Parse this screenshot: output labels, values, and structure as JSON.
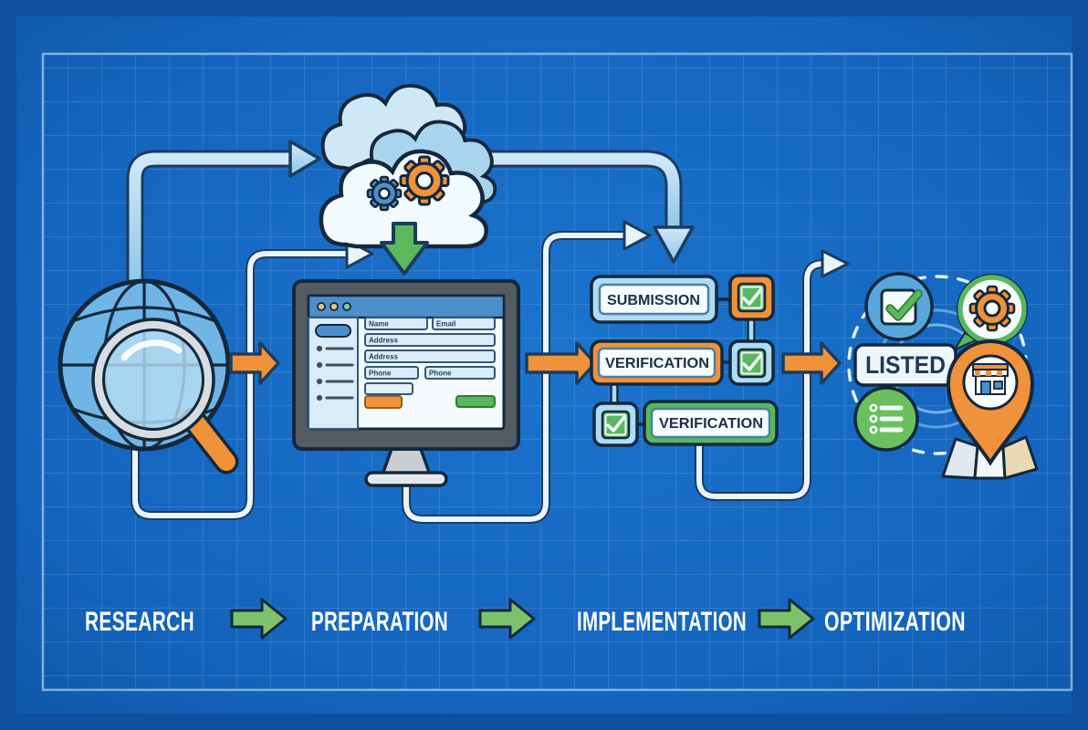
{
  "stages": {
    "items": [
      {
        "label": "RESEARCH"
      },
      {
        "label": "PREPARATION"
      },
      {
        "label": "IMPLEMENTATION"
      },
      {
        "label": "OPTIMIZATION"
      }
    ]
  },
  "flow": {
    "submission_label": "SUBMISSION",
    "verification1_label": "VERIFICATION",
    "verification2_label": "VERIFICATION"
  },
  "result": {
    "listed_label": "LISTED"
  },
  "form": {
    "field_labels": {
      "name": "Name",
      "email": "Email",
      "address1": "Address",
      "address2": "Address",
      "phone1": "Phone",
      "phone2": "Phone"
    }
  },
  "icons": {
    "globe_search": "globe-with-magnifier-icon",
    "cloud_gears": "cloud-with-gears-icon",
    "monitor_form": "monitor-with-form-icon",
    "checkmark": "checkmark-icon",
    "gear_bubble": "gear-speech-bubble-icon",
    "list": "list-icon",
    "map_pin_store": "map-pin-storefront-icon"
  },
  "colors": {
    "background_outer": "#0d509f",
    "panel_blue": "#1668c4",
    "grid_line": "#ffffff",
    "outline_navy": "#14283c",
    "arrow_light_blue": "#a8d3ee",
    "accent_orange": "#f0923a",
    "accent_green": "#5cb85c",
    "text_light": "#ffffff",
    "text_dark": "#1b3048"
  }
}
